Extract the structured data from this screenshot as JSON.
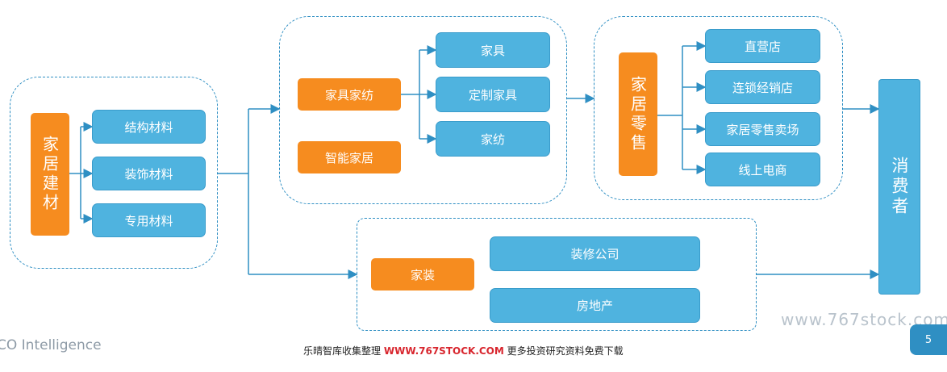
{
  "building_materials": {
    "title": "家居建材",
    "items": [
      "结构材料",
      "装饰材料",
      "专用材料"
    ]
  },
  "furniture": {
    "home_textile_label": "家具家纺",
    "smart_home_label": "智能家居",
    "items": [
      "家具",
      "定制家具",
      "家纺"
    ]
  },
  "retail": {
    "title": "家居零售",
    "items": [
      "直营店",
      "连锁经销店",
      "家居零售卖场",
      "线上电商"
    ]
  },
  "decoration": {
    "title": "家装",
    "items": [
      "装修公司",
      "房地产"
    ]
  },
  "consumer": {
    "title": "消费者"
  },
  "footer": {
    "left_text": "CO Intelligence",
    "watermark": "www.767stock.com",
    "banner_prefix": "乐晴智库收集整理",
    "banner_url": "WWW.767STOCK.COM",
    "banner_suffix": "更多投资研究资料免费下载",
    "page_number": "5"
  },
  "colors": {
    "accent_blue": "#4fb3df",
    "accent_orange": "#f68c1f",
    "line": "#2f8fc3"
  }
}
